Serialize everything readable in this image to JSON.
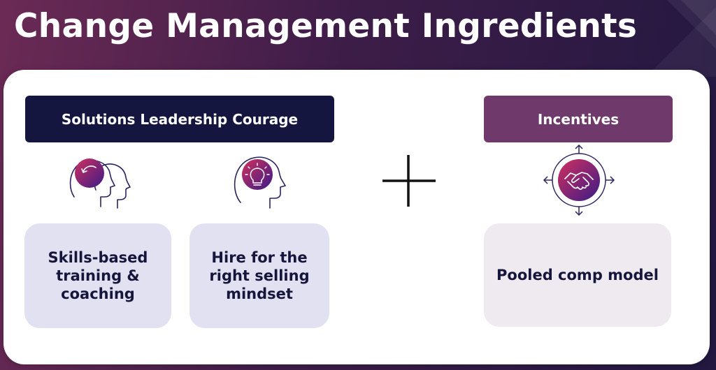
{
  "title": "Change Management Ingredients",
  "left_section": {
    "banner": "Solutions Leadership Courage",
    "cards": [
      {
        "text": "Skills-based\ntraining &\ncoaching",
        "icon": "coaching-heads-icon"
      },
      {
        "text": "Hire for the\nright selling\nmindset",
        "icon": "lightbulb-head-icon"
      }
    ]
  },
  "operator": {
    "icon": "plus-icon"
  },
  "right_section": {
    "banner": "Incentives",
    "cards": [
      {
        "text": "Pooled comp model",
        "icon": "handshake-icon"
      }
    ]
  },
  "colors": {
    "header_gradient": [
      "#6b2a55",
      "#221840"
    ],
    "dark_banner": "#15163f",
    "purple_banner": "#6f3a6b",
    "lavender_box": "#e1e1f1",
    "light_box": "#eeeaf0",
    "icon_gradient": [
      "#d1305f",
      "#3a1b86"
    ]
  }
}
